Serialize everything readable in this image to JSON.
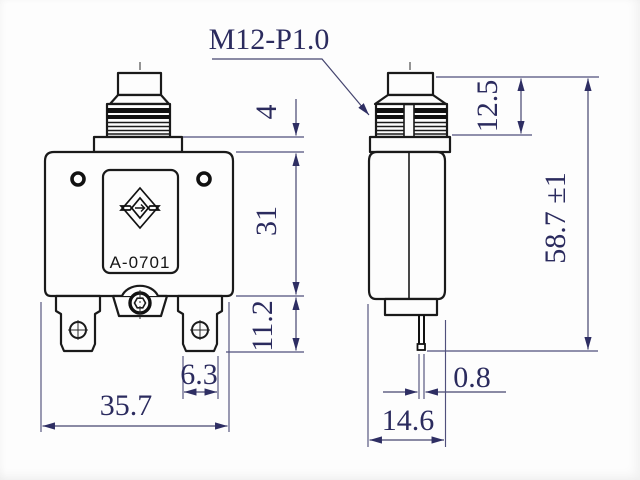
{
  "drawing": {
    "thread_spec": "M12-P1.0",
    "part_number": "A-0701",
    "dimensions": {
      "bezel_height": "4",
      "thread_length": "12.5",
      "body_height": "31",
      "overall_height": "58.7 ±1",
      "terminal_length": "11.2",
      "terminal_width": "6.3",
      "body_width": "35.7",
      "blade_thickness": "0.8",
      "body_depth": "14.6"
    },
    "colors": {
      "outline": "#1a1a1a",
      "dimension_text": "#2b2b5e",
      "dimension_line": "#50507c",
      "background": "#fdfdfd"
    }
  }
}
